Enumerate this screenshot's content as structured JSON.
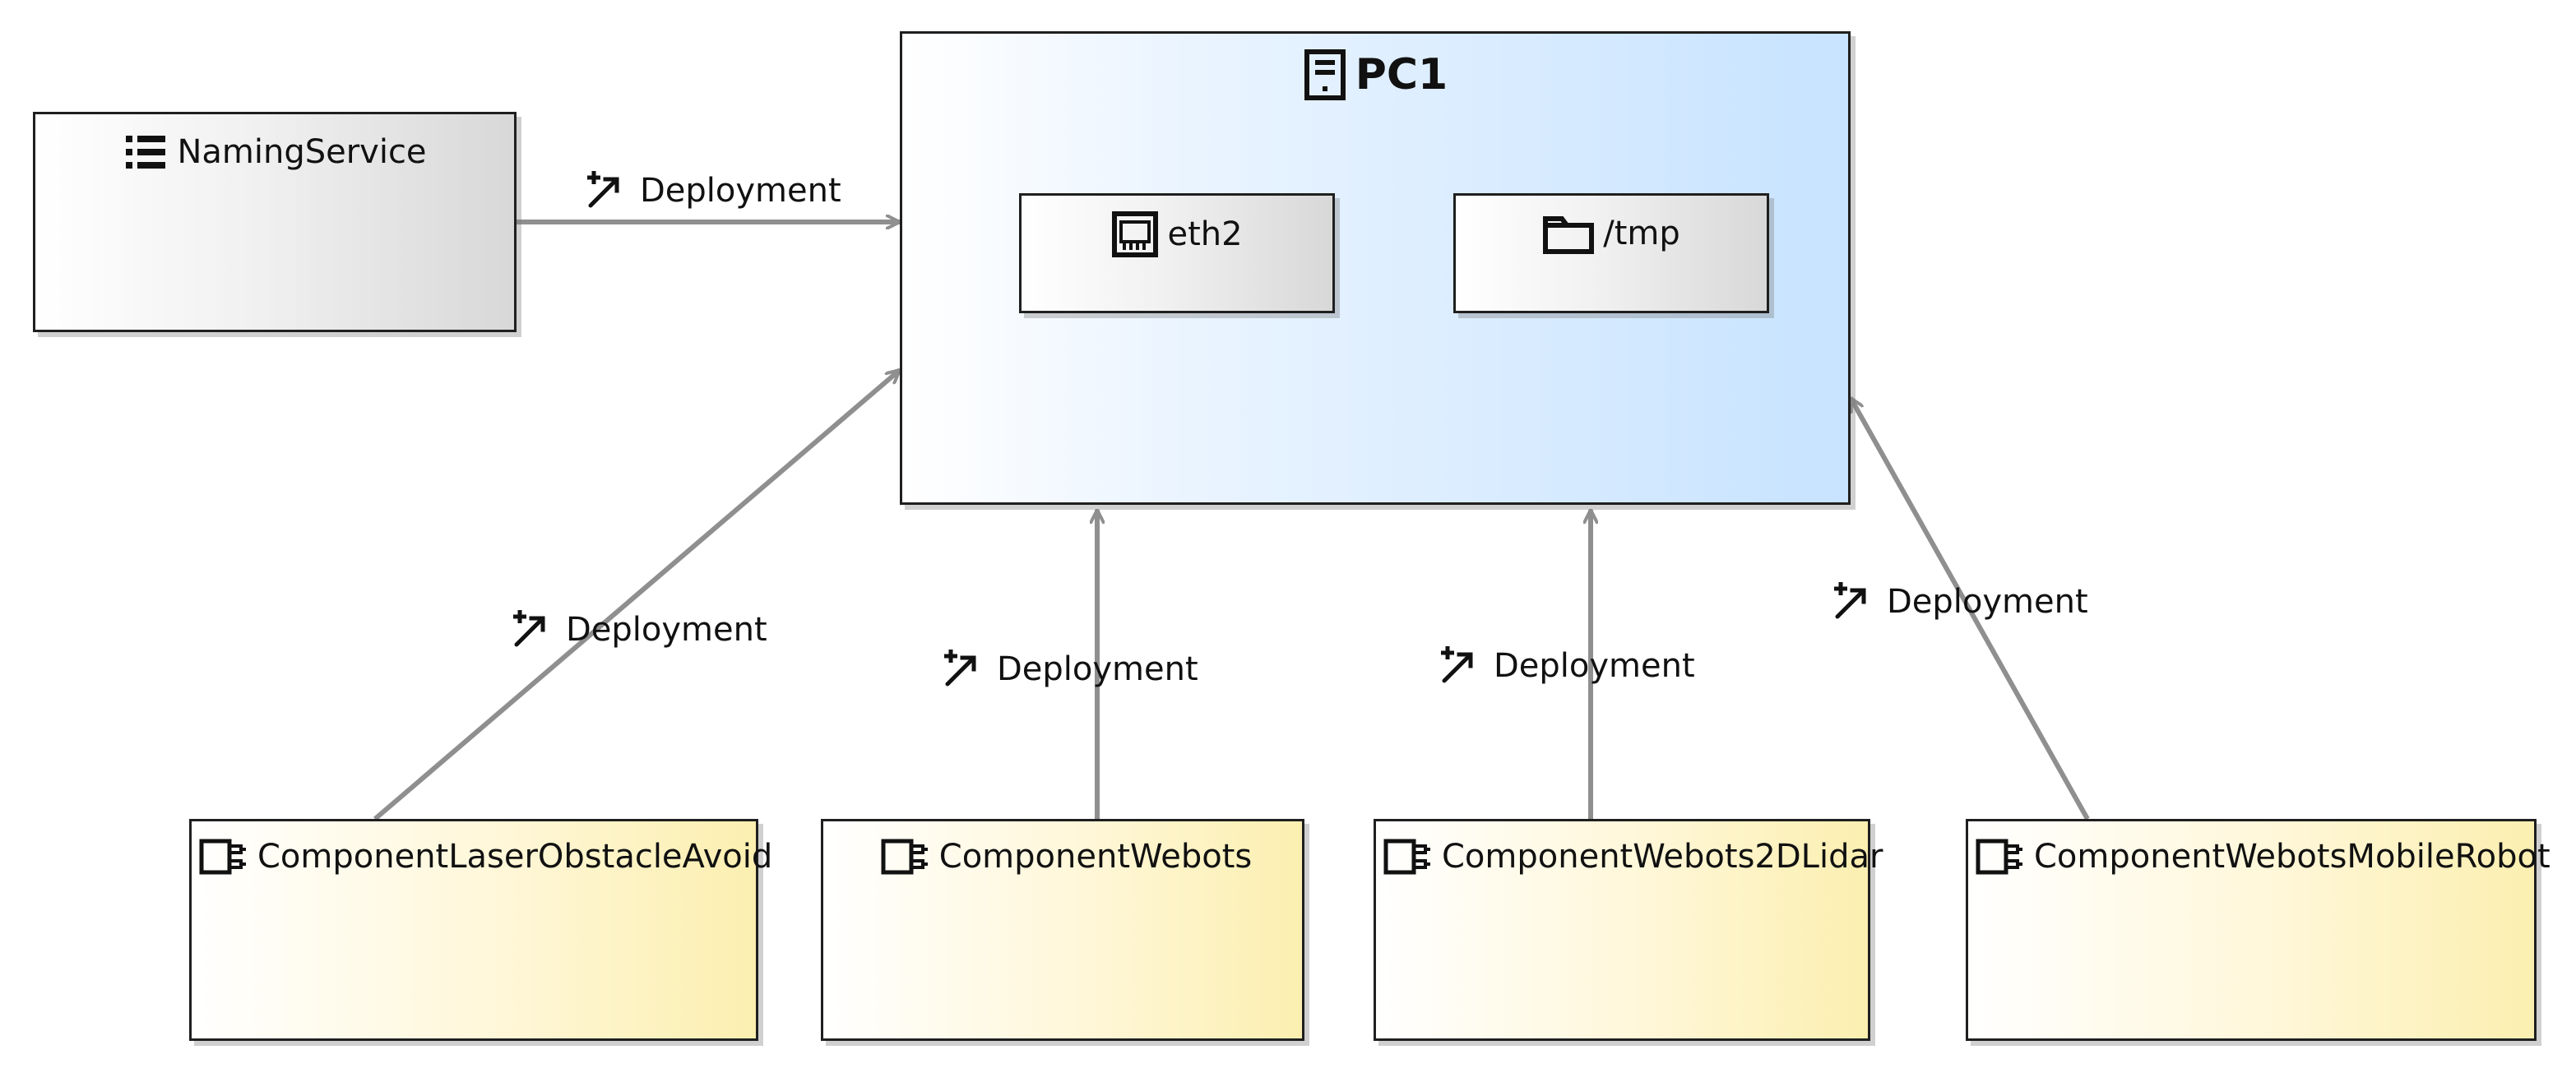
{
  "nodes": {
    "pc1": {
      "title": "PC1"
    },
    "naming_service": {
      "label": "NamingService"
    },
    "eth2": {
      "label": "eth2"
    },
    "tmp": {
      "label": "/tmp"
    },
    "component_laser": {
      "label": "ComponentLaserObstacleAvoid"
    },
    "component_webots": {
      "label": "ComponentWebots"
    },
    "component_webots2d": {
      "label": "ComponentWebots2DLidar"
    },
    "component_mobile": {
      "label": "ComponentWebotsMobileRobot"
    }
  },
  "connectors": {
    "deployment_1": {
      "label": "Deployment"
    },
    "deployment_2": {
      "label": "Deployment"
    },
    "deployment_3": {
      "label": "Deployment"
    },
    "deployment_4": {
      "label": "Deployment"
    },
    "deployment_5": {
      "label": "Deployment"
    }
  },
  "colors": {
    "connector": "#8f8f8f",
    "border": "#1f1f1f",
    "blue_fill": "#c7e3ff",
    "yellow_fill": "#fbefb0",
    "gray_fill": "#d8d8d8"
  },
  "icons": {
    "pc": "server-icon",
    "naming_service": "list-icon",
    "eth2": "network-port-icon",
    "tmp": "folder-icon",
    "component": "component-icon",
    "deployment": "deployment-icon"
  }
}
